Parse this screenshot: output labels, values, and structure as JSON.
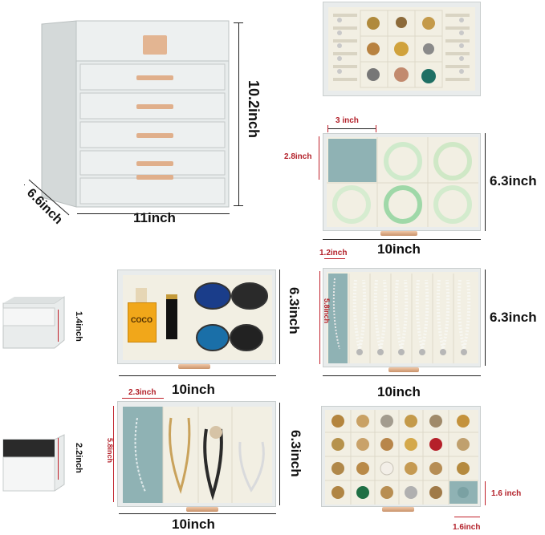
{
  "main_box": {
    "height_label": "10.2inch",
    "depth_label": "6.6inch",
    "width_label": "11inch"
  },
  "tray_bangles": {
    "height_label": "6.3inch",
    "width_label": "10inch",
    "compartment_width_label": "3 inch",
    "compartment_height_label": "2.8inch"
  },
  "tray_glasses": {
    "height_label": "6.3inch",
    "width_label": "10inch",
    "perfume_brand": "COCO"
  },
  "tray_necklaces": {
    "height_label": "6.3inch",
    "width_label": "10inch",
    "compartment_width_label": "1.2inch",
    "compartment_height_label": "5.8inch"
  },
  "tray_mixed": {
    "height_label": "6.3inch",
    "width_label": "10inch",
    "compartment_width_label": "2.3inch",
    "compartment_height_label": "5.8inch"
  },
  "tray_rings": {
    "cell_width_label": "1.6inch",
    "cell_height_label": "1.6 inch"
  },
  "drawer_small": {
    "depth_label": "1.4inch"
  },
  "drawer_large": {
    "depth_label": "2.2inch"
  },
  "colors": {
    "box": "#e6eaea",
    "felt": "#f2efe3",
    "velvet_blue": "#8fb2b4",
    "handle_gold": "#d9a982",
    "dim_red": "#b3212a"
  }
}
